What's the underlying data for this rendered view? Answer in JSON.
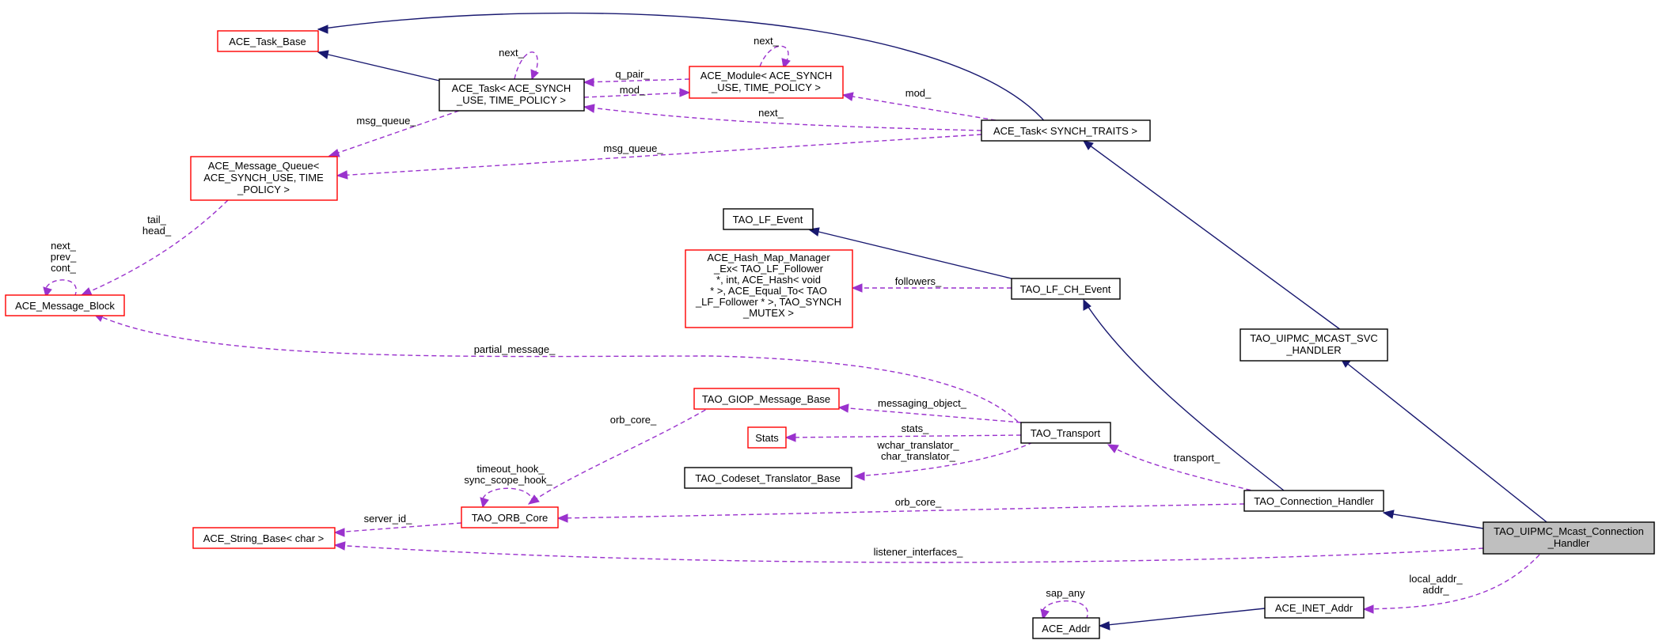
{
  "nodes": {
    "ace_task_base": "ACE_Task_Base",
    "ace_task_synch": [
      "ACE_Task< ACE_SYNCH",
      "_USE, TIME_POLICY >"
    ],
    "ace_module": [
      "ACE_Module< ACE_SYNCH",
      "_USE, TIME_POLICY >"
    ],
    "ace_task_traits": "ACE_Task< SYNCH_TRAITS >",
    "ace_message_queue": [
      "ACE_Message_Queue<",
      "ACE_SYNCH_USE, TIME",
      "_POLICY >"
    ],
    "ace_message_block": "ACE_Message_Block",
    "tao_lf_event": "TAO_LF_Event",
    "ace_hash_map": [
      "ACE_Hash_Map_Manager",
      "_Ex< TAO_LF_Follower",
      " *, int, ACE_Hash< void",
      " * >, ACE_Equal_To< TAO",
      "_LF_Follower * >, TAO_SYNCH",
      "_MUTEX >"
    ],
    "tao_lf_ch_event": "TAO_LF_CH_Event",
    "tao_uipmc_svc": [
      "TAO_UIPMC_MCAST_SVC",
      "_HANDLER"
    ],
    "tao_giop": "TAO_GIOP_Message_Base",
    "stats": "Stats",
    "tao_transport": "TAO_Transport",
    "tao_codeset": "TAO_Codeset_Translator_Base",
    "tao_orb_core": "TAO_ORB_Core",
    "ace_string_base": "ACE_String_Base< char >",
    "tao_connection_handler": "TAO_Connection_Handler",
    "tao_uipmc_mcast": [
      "TAO_UIPMC_Mcast_Connection",
      "_Handler"
    ],
    "ace_addr": "ACE_Addr",
    "ace_inet_addr": "ACE_INET_Addr"
  },
  "edge_labels": {
    "next_task": "next_",
    "next_module": "next_",
    "q_pair": "q_pair_",
    "mod_task": "mod_",
    "mod_traits": "mod_",
    "next_traits": "next_",
    "msg_queue_task": "msg_queue_",
    "msg_queue_traits": "msg_queue_",
    "tail": "tail_",
    "head": "head_",
    "mb_next": "next_",
    "mb_prev": "prev_",
    "mb_cont": "cont_",
    "followers": "followers_",
    "partial_message": "partial_message_",
    "messaging_object": "messaging_object_",
    "stats": "stats_",
    "wchar_translator": "wchar_translator_",
    "char_translator": "char_translator_",
    "orb_core_giop": "orb_core_",
    "timeout_hook": "timeout_hook_",
    "sync_scope_hook": "sync_scope_hook_",
    "server_id": "server_id_",
    "orb_core_handler": "orb_core_",
    "transport": "transport_",
    "listener_interfaces": "listener_interfaces_",
    "sap_any": "sap_any",
    "local_addr": "local_addr_",
    "addr": "addr_"
  },
  "colors": {
    "inheritance_edge": "#191970",
    "usage_edge": "#9a32cd",
    "documented_node_border": "#000000",
    "undocumented_node_border": "#ff0000",
    "focus_node_fill": "#bfbfbf"
  }
}
